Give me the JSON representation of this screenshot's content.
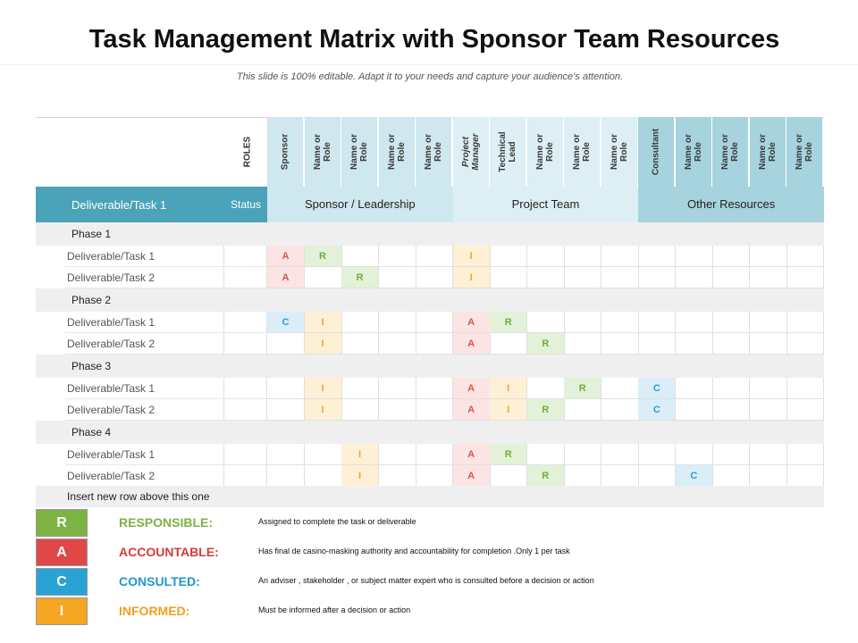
{
  "title": "Task Management Matrix with Sponsor Team Resources",
  "subtitle": "This slide is 100% editable. Adapt it to your needs and capture your audience's attention.",
  "roles_label": "ROLES",
  "roles": [
    {
      "label": "Sponsor",
      "italic": false
    },
    {
      "label": "Name or\nRole",
      "italic": false
    },
    {
      "label": "Name or\nRole",
      "italic": false
    },
    {
      "label": "Name or\nRole",
      "italic": false
    },
    {
      "label": "Name or\nRole",
      "italic": false
    },
    {
      "label": "Project\nManager",
      "italic": true
    },
    {
      "label": "Technical\nLead",
      "italic": false
    },
    {
      "label": "Name or\nRole",
      "italic": false
    },
    {
      "label": "Name or\nRole",
      "italic": false
    },
    {
      "label": "Name or\nRole",
      "italic": false
    },
    {
      "label": "Consultant",
      "italic": false
    },
    {
      "label": "Name or\nRole",
      "italic": false
    },
    {
      "label": "Name or\nRole",
      "italic": false
    },
    {
      "label": "Name or\nRole",
      "italic": false
    },
    {
      "label": "Name or\nRole",
      "italic": false
    }
  ],
  "header": {
    "deliverable": "Deliverable/Task 1",
    "status": "Status",
    "groups": [
      {
        "label": "Sponsor / Leadership",
        "color": "#cfe7ee"
      },
      {
        "label": "Project Team",
        "color": "#ddeff4"
      },
      {
        "label": "Other Resources",
        "color": "#a6d3de"
      }
    ]
  },
  "phases": [
    {
      "name": "Phase 1",
      "tasks": [
        {
          "name": "Deliverable/Task 1",
          "cells": [
            "A",
            "R",
            "",
            "",
            "",
            "I",
            "",
            "",
            "",
            "",
            "",
            "",
            "",
            "",
            ""
          ]
        },
        {
          "name": "Deliverable/Task 2",
          "cells": [
            "A",
            "",
            "R",
            "",
            "",
            "I",
            "",
            "",
            "",
            "",
            "",
            "",
            "",
            "",
            ""
          ]
        }
      ]
    },
    {
      "name": "Phase 2",
      "tasks": [
        {
          "name": "Deliverable/Task 1",
          "cells": [
            "C",
            "I",
            "",
            "",
            "",
            "A",
            "R",
            "",
            "",
            "",
            "",
            "",
            "",
            "",
            ""
          ]
        },
        {
          "name": "Deliverable/Task 2",
          "cells": [
            "",
            "I",
            "",
            "",
            "",
            "A",
            "",
            "R",
            "",
            "",
            "",
            "",
            "",
            "",
            ""
          ]
        }
      ]
    },
    {
      "name": "Phase 3",
      "tasks": [
        {
          "name": "Deliverable/Task 1",
          "cells": [
            "",
            "I",
            "",
            "",
            "",
            "A",
            "I",
            "",
            "R",
            "",
            "C",
            "",
            "",
            "",
            ""
          ]
        },
        {
          "name": "Deliverable/Task 2",
          "cells": [
            "",
            "I",
            "",
            "",
            "",
            "A",
            "I",
            "R",
            "",
            "",
            "C",
            "",
            "",
            "",
            ""
          ]
        }
      ]
    },
    {
      "name": "Phase 4",
      "tasks": [
        {
          "name": "Deliverable/Task 1",
          "cells": [
            "",
            "",
            "I",
            "",
            "",
            "A",
            "R",
            "",
            "",
            "",
            "",
            "",
            "",
            "",
            ""
          ]
        },
        {
          "name": "Deliverable/Task 2",
          "cells": [
            "",
            "",
            "I",
            "",
            "",
            "A",
            "",
            "R",
            "",
            "",
            "",
            "C",
            "",
            "",
            ""
          ]
        }
      ]
    }
  ],
  "insert_row": "Insert new row above this one",
  "legend": [
    {
      "letter": "R",
      "name": "RESPONSIBLE:",
      "desc": "Assigned to complete the task or deliverable",
      "color": "#7cb342",
      "text_color": "#7cb342"
    },
    {
      "letter": "A",
      "name": "ACCOUNTABLE:",
      "desc": "Has final de casino-masking authority and accountability for completion .Only 1 per task",
      "color": "#e04848",
      "text_color": "#d63b3b"
    },
    {
      "letter": "C",
      "name": "CONSULTED:",
      "desc": "An adviser , stakeholder , or subject matter expert who is consulted before a decision or action",
      "color": "#29a3d6",
      "text_color": "#2196c9"
    },
    {
      "letter": "I",
      "name": "INFORMED:",
      "desc": "Must be informed after a decision or action",
      "color": "#f5a623",
      "text_color": "#f0a020"
    }
  ]
}
